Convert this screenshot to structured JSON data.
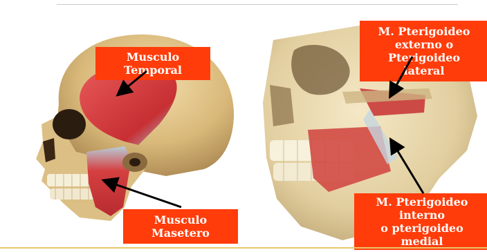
{
  "labels": {
    "temporal": [
      "Musculo",
      "Temporal"
    ],
    "masetero": [
      "Musculo",
      "Masetero"
    ],
    "pterigoideo_externo": [
      "M. Pterigoideo",
      "externo o",
      "Pterigoideo",
      "lateral"
    ],
    "pterigoideo_interno": [
      "M. Pterigoideo",
      "interno",
      "o pterigoideo",
      "medial"
    ]
  },
  "colors": {
    "label_bg": "#ff3c0a",
    "label_text": "#ffffff",
    "arrow": "#000000",
    "bone": "#e2c58c",
    "muscle": "#d23a3a"
  }
}
